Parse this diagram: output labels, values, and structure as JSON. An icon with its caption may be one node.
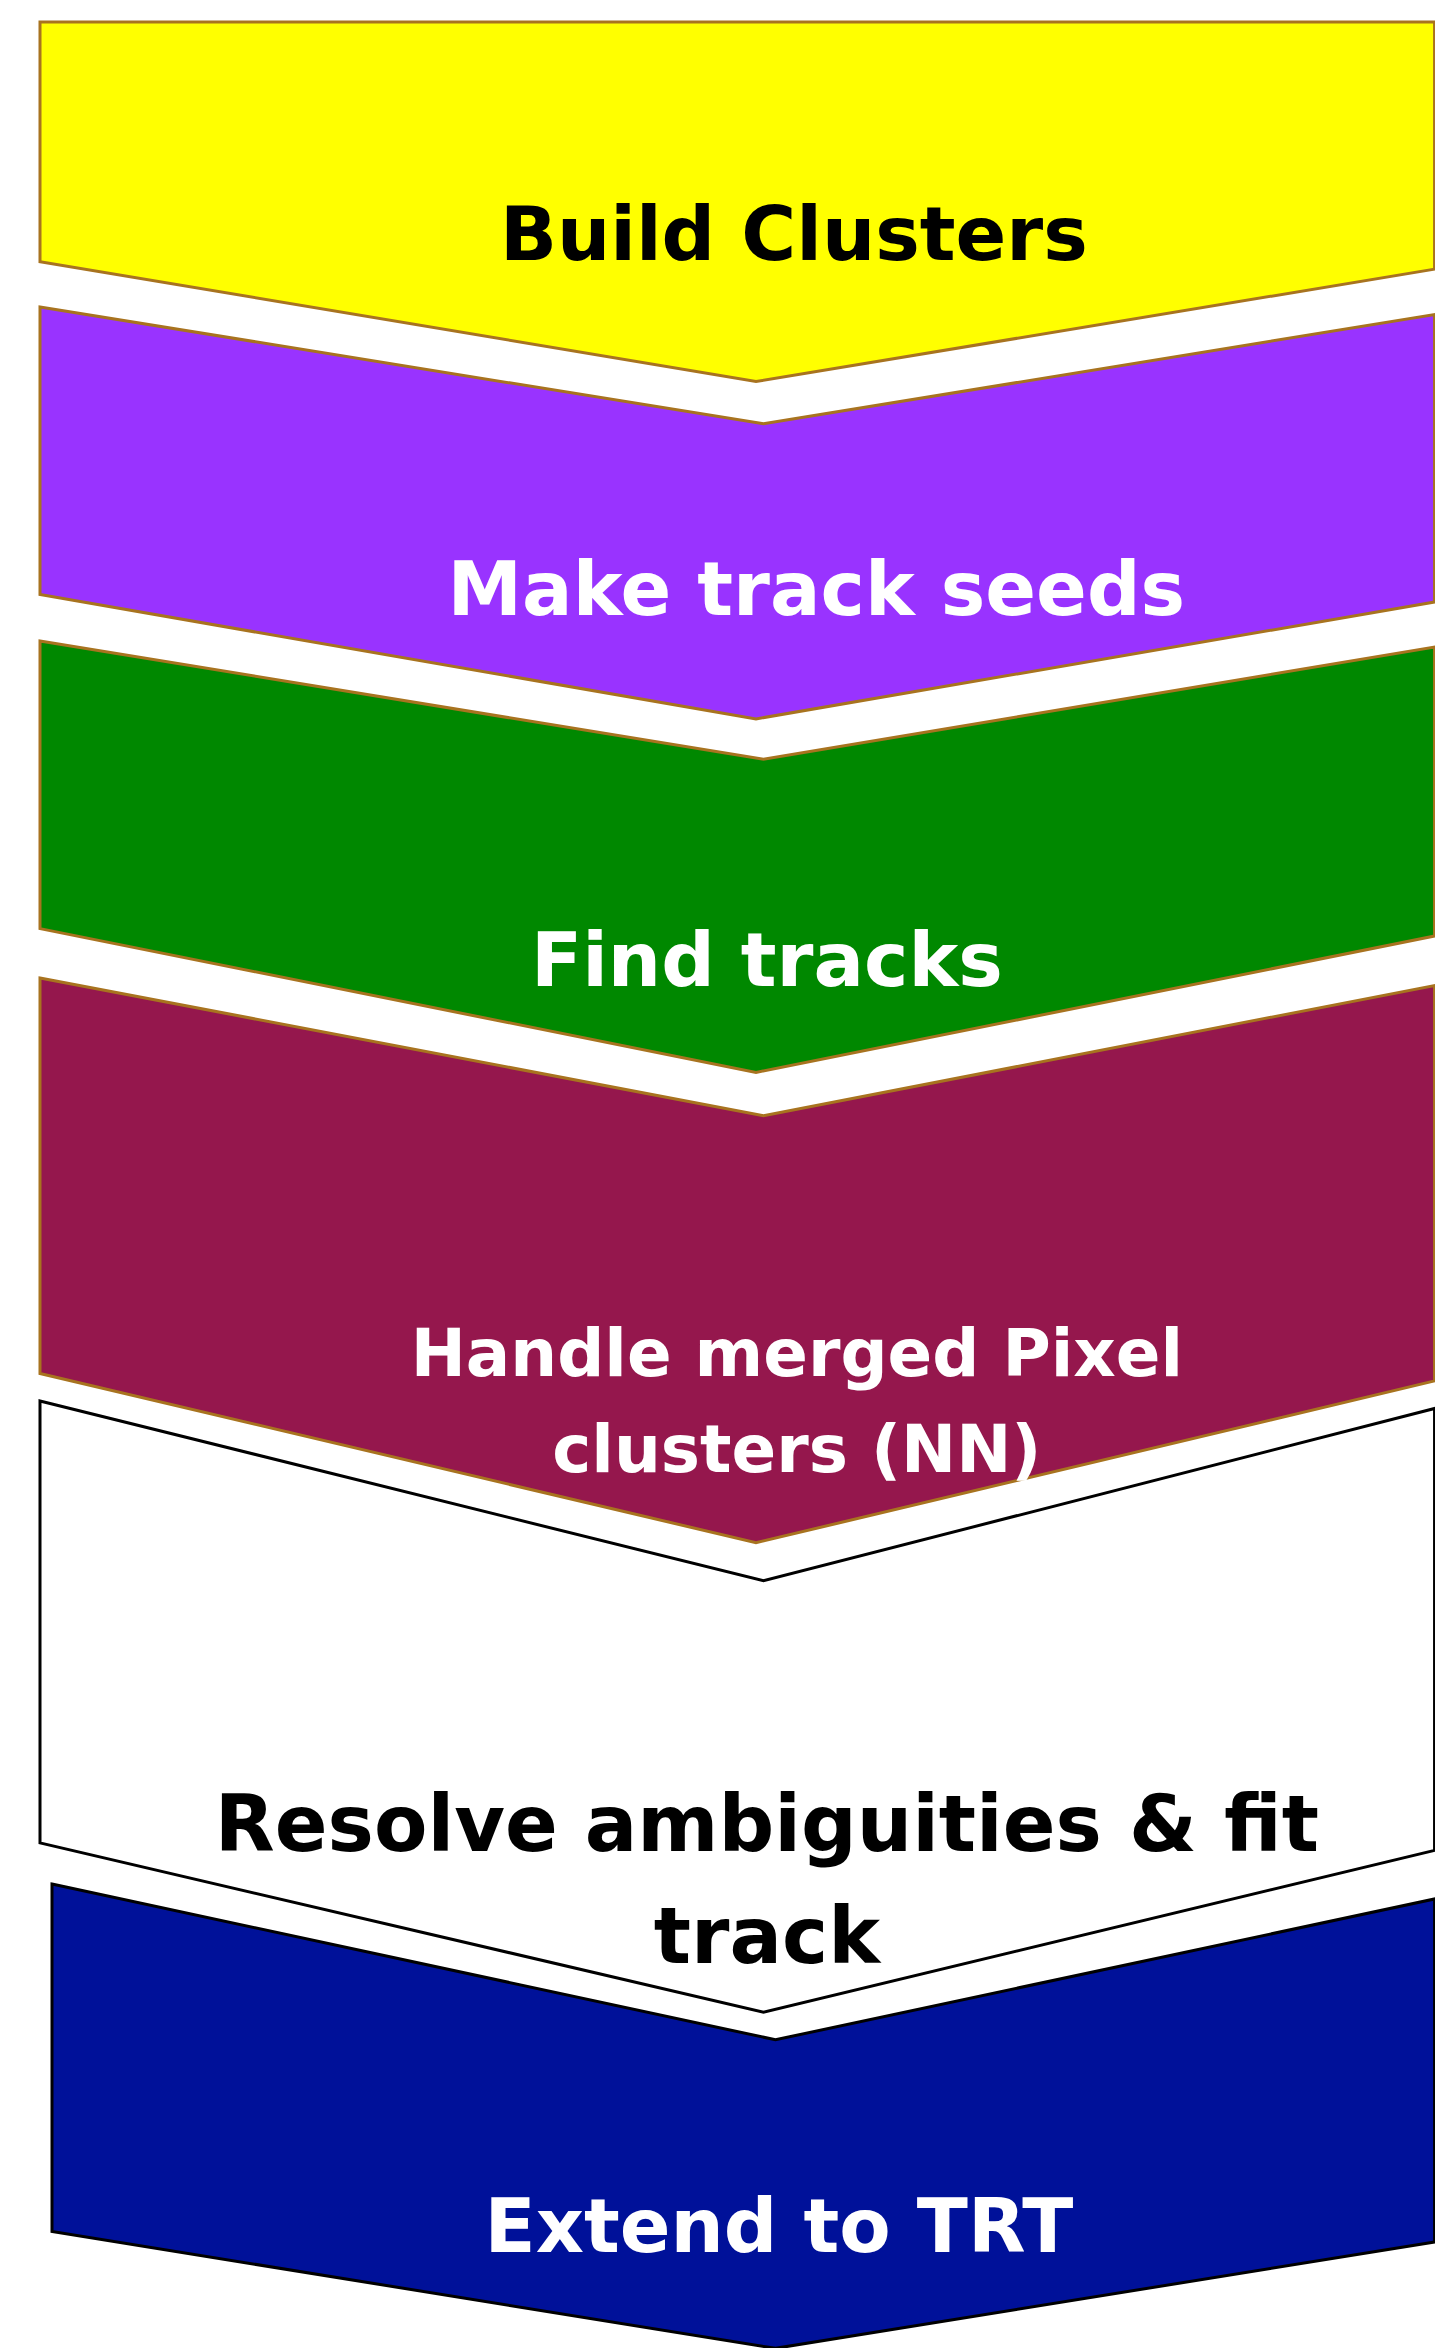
{
  "diagram": {
    "nodes": [
      {
        "text": [
          "Build Clusters"
        ]
      },
      {
        "text": [
          "Make track seeds"
        ]
      },
      {
        "text": [
          "Find tracks"
        ]
      },
      {
        "text": [
          "Handle merged Pixel clusters (NN)"
        ]
      },
      {
        "text": [
          "Resolve ambiguities & fit track"
        ]
      },
      {
        "text": [
          "Extend to TRT"
        ]
      }
    ]
  }
}
